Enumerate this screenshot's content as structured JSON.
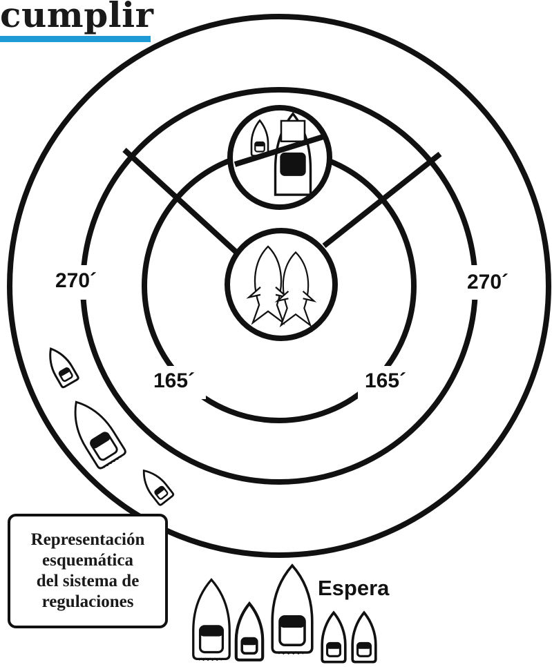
{
  "heading": "cumplir",
  "accent_color": "#1e9ad6",
  "zones": {
    "inner_radius_label_left": "165´",
    "inner_radius_label_right": "165´",
    "outer_radius_label_left": "270´",
    "outer_radius_label_right": "270´"
  },
  "icons": {
    "center": "fish-icon",
    "no_boats": "no-boats-icon"
  },
  "legend": {
    "lines": [
      "Representación",
      "esquemática",
      "del sistema de",
      "regulaciones"
    ]
  },
  "waiting": {
    "label": "Espera"
  }
}
